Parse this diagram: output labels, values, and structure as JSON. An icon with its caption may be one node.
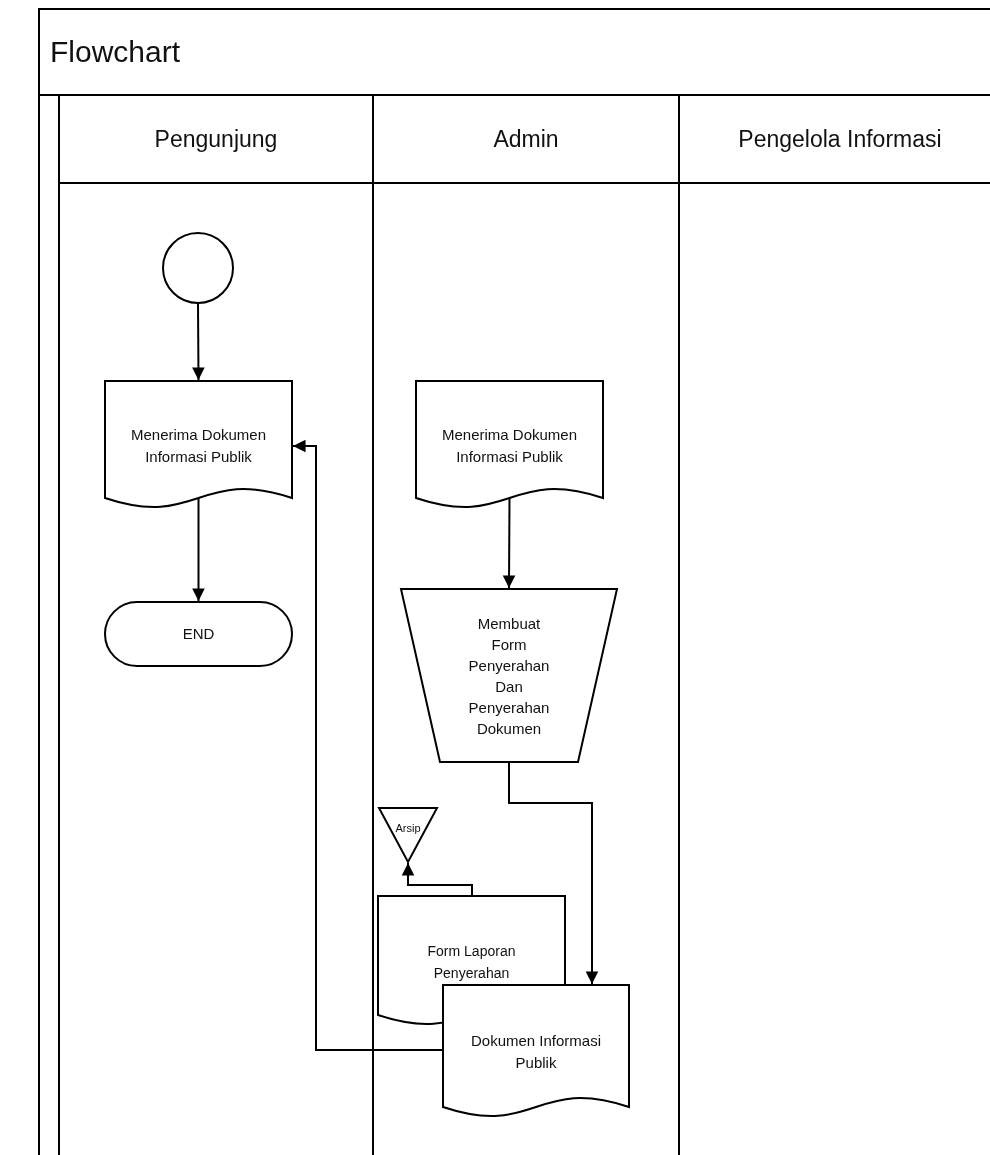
{
  "diagram": {
    "nodes": [
      {
        "text": [
          "Flowchart"
        ]
      },
      {
        "text": [
          "Pengunjung"
        ],
        "in": 0
      },
      {
        "text": [
          "Admin"
        ],
        "in": 0
      },
      {
        "text": [
          "Pengelola Informasi"
        ],
        "in": 0
      },
      {
        "text": [],
        "shape": "circle",
        "in": 1
      },
      {
        "text": [
          "Menerima Dokumen Informasi Publik"
        ],
        "in": 1
      },
      {
        "text": [
          "END"
        ],
        "in": 1
      },
      {
        "text": [
          "Menerima Dokumen Informasi Publik"
        ],
        "in": 2
      },
      {
        "text": [
          "Membuat Form Penyerahan Dan Penyerahan Dokumen"
        ],
        "in": 2
      },
      {
        "text": [
          "Arsip"
        ],
        "in": 2
      },
      {
        "text": [
          "Form Laporan Penyerahan"
        ],
        "in": 2
      },
      {
        "text": [
          "Dokumen Informasi Publik"
        ],
        "in": 2
      }
    ],
    "edges": [
      {
        "from": 4,
        "to": 5,
        "arrow": "to"
      },
      {
        "from": 5,
        "to": 6,
        "arrow": "to"
      },
      {
        "from": 7,
        "to": 8,
        "arrow": "to"
      },
      {
        "from": 8,
        "to": 11,
        "arrow": "to"
      },
      {
        "from": 10,
        "to": 9,
        "arrow": "to"
      },
      {
        "from": 11,
        "to": 5,
        "arrow": "to"
      }
    ]
  }
}
